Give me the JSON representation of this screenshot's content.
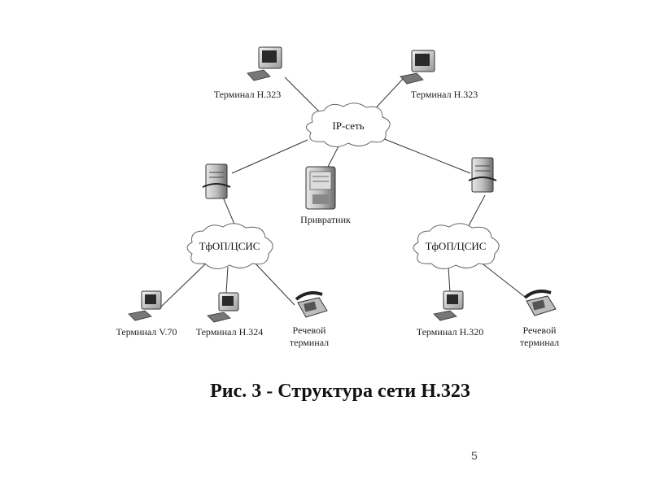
{
  "diagram": {
    "cloud_ip": "IP-сеть",
    "cloud_pstn_left": "ТфОП/ЦСИС",
    "cloud_pstn_right": "ТфОП/ЦСИС",
    "terminal_h323_left": "Терминал H.323",
    "terminal_h323_right": "Терминал H.323",
    "gatekeeper": "Привратник",
    "terminal_v70": "Терминал V.70",
    "terminal_h324": "Терминал H.324",
    "voice_terminal_left_line1": "Речевой",
    "voice_terminal_left_line2": "терминал",
    "terminal_h320": "Терминал H.320",
    "voice_terminal_right_line1": "Речевой",
    "voice_terminal_right_line2": "терминал"
  },
  "caption": "Рис. 3  - Структура сети H.323",
  "page_number": "5"
}
